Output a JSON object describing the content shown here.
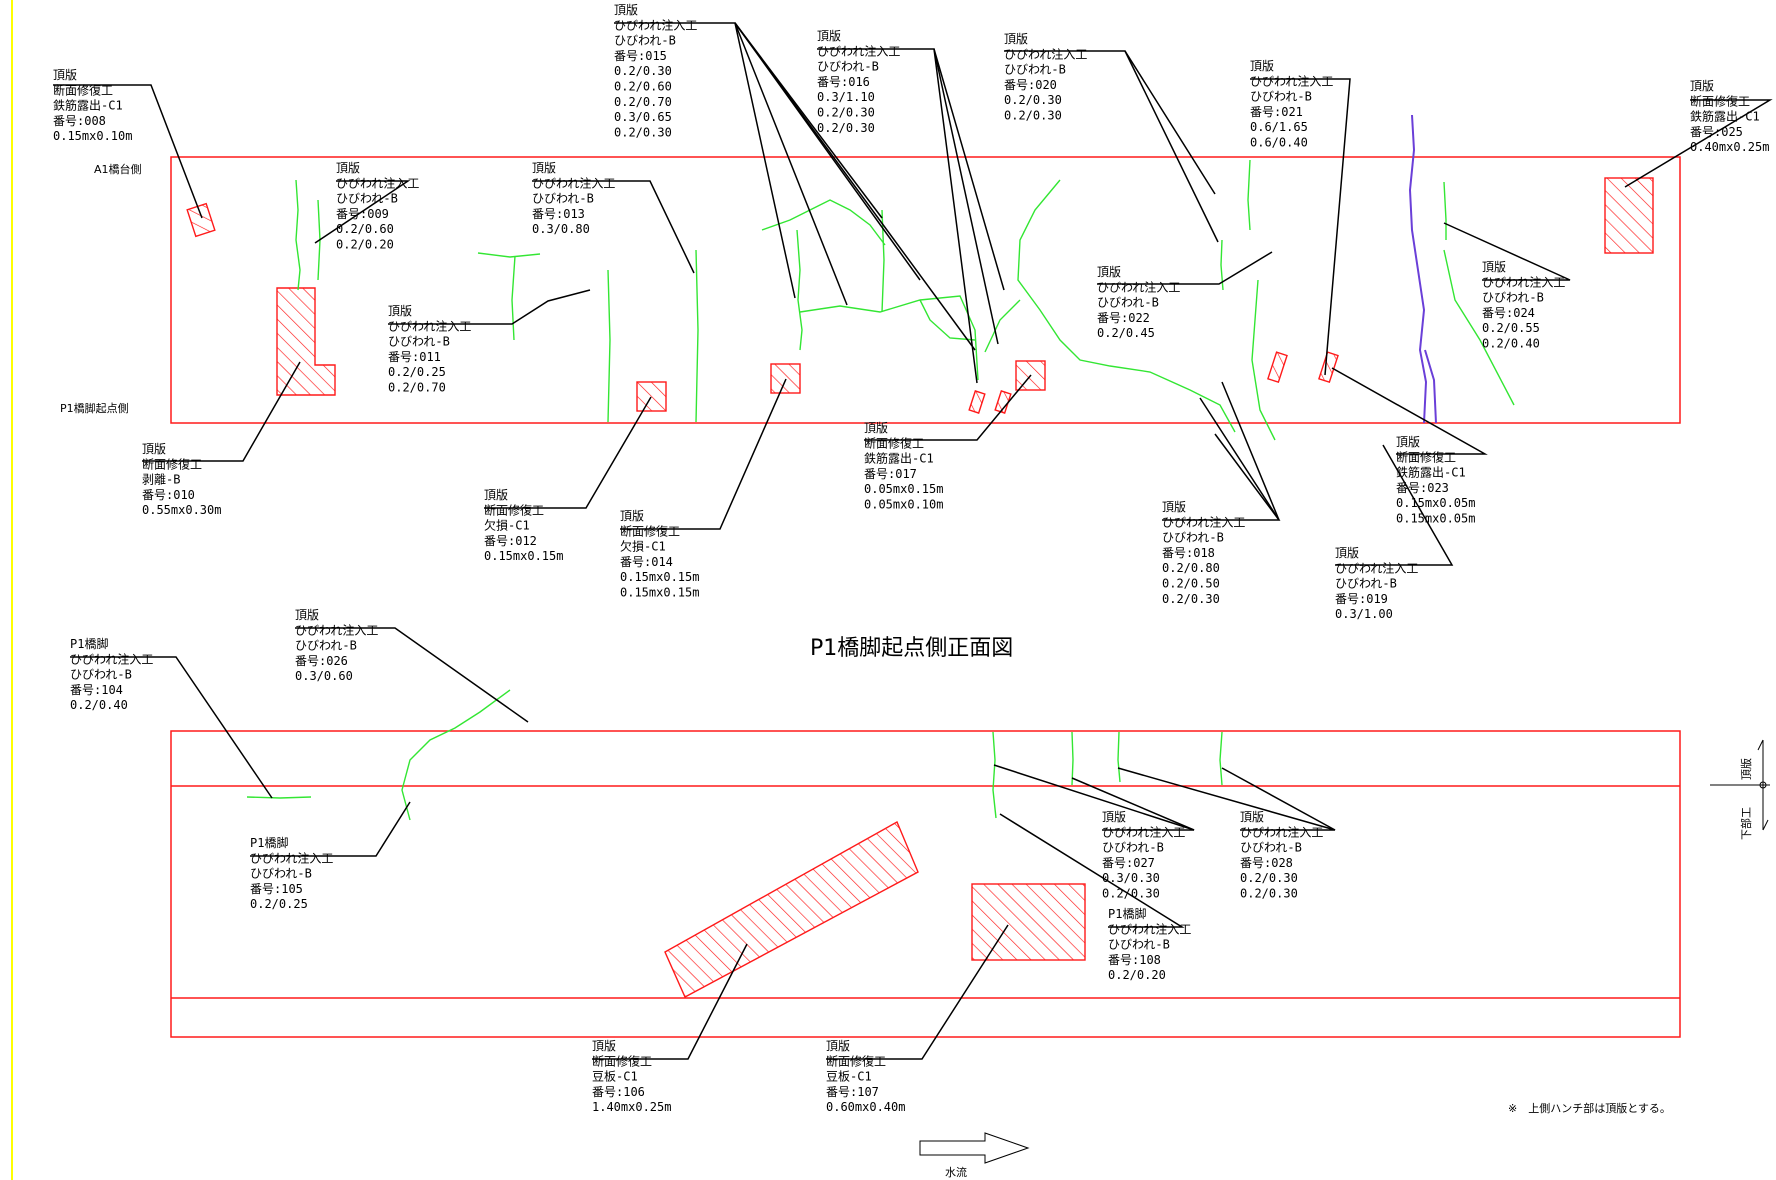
{
  "drawing": {
    "title": "P1橋脚起点側正面図",
    "labels": {
      "a1_side": "A1橋台側",
      "p1_start_side": "P1橋脚起点側",
      "top_slab": "頂版",
      "substructure": "下部工",
      "water_flow": "水流",
      "note": "※　上側ハンチ部は頂版とする。"
    },
    "colors": {
      "outline": "#ff1a1a",
      "crack": "#33e633",
      "crack_violet": "#6a3fd8",
      "leader": "#000000",
      "margin_line": "#ffff00"
    }
  },
  "annotations": [
    {
      "id": "008",
      "lines": [
        "頂版",
        "断面修復工",
        "鉄筋露出-C1",
        "番号:008",
        "0.15mx0.10m"
      ]
    },
    {
      "id": "009",
      "lines": [
        "頂版",
        "ひびわれ注入工",
        "ひびわれ-B",
        "番号:009",
        "0.2/0.60",
        "0.2/0.20"
      ]
    },
    {
      "id": "010",
      "lines": [
        "頂版",
        "断面修復工",
        "剥離-B",
        "番号:010",
        "0.55mx0.30m"
      ]
    },
    {
      "id": "011",
      "lines": [
        "頂版",
        "ひびわれ注入工",
        "ひびわれ-B",
        "番号:011",
        "0.2/0.25",
        "0.2/0.70"
      ]
    },
    {
      "id": "012",
      "lines": [
        "頂版",
        "断面修復工",
        "欠損-C1",
        "番号:012",
        "0.15mx0.15m"
      ]
    },
    {
      "id": "013",
      "lines": [
        "頂版",
        "ひびわれ注入工",
        "ひびわれ-B",
        "番号:013",
        "0.3/0.80"
      ]
    },
    {
      "id": "014",
      "lines": [
        "頂版",
        "断面修復工",
        "欠損-C1",
        "番号:014",
        "0.15mx0.15m",
        "0.15mx0.15m"
      ]
    },
    {
      "id": "015",
      "lines": [
        "頂版",
        "ひびわれ注入工",
        "ひびわれ-B",
        "番号:015",
        "0.2/0.30",
        "0.2/0.60",
        "0.2/0.70",
        "0.3/0.65",
        "0.2/0.30"
      ]
    },
    {
      "id": "016",
      "lines": [
        "頂版",
        "ひびわれ注入工",
        "ひびわれ-B",
        "番号:016",
        "0.3/1.10",
        "0.2/0.30",
        "0.2/0.30"
      ]
    },
    {
      "id": "017",
      "lines": [
        "頂版",
        "断面修復工",
        "鉄筋露出-C1",
        "番号:017",
        "0.05mx0.15m",
        "0.05mx0.10m"
      ]
    },
    {
      "id": "018",
      "lines": [
        "頂版",
        "ひびわれ注入工",
        "ひびわれ-B",
        "番号:018",
        "0.2/0.80",
        "0.2/0.50",
        "0.2/0.30"
      ]
    },
    {
      "id": "019",
      "lines": [
        "頂版",
        "ひびわれ注入工",
        "ひびわれ-B",
        "番号:019",
        "0.3/1.00"
      ]
    },
    {
      "id": "020",
      "lines": [
        "頂版",
        "ひびわれ注入工",
        "ひびわれ-B",
        "番号:020",
        "0.2/0.30",
        "0.2/0.30"
      ]
    },
    {
      "id": "021",
      "lines": [
        "頂版",
        "ひびわれ注入工",
        "ひびわれ-B",
        "番号:021",
        "0.6/1.65",
        "0.6/0.40"
      ]
    },
    {
      "id": "022",
      "lines": [
        "頂版",
        "ひびわれ注入工",
        "ひびわれ-B",
        "番号:022",
        "0.2/0.45"
      ]
    },
    {
      "id": "023",
      "lines": [
        "頂版",
        "断面修復工",
        "鉄筋露出-C1",
        "番号:023",
        "0.15mx0.05m",
        "0.15mx0.05m"
      ]
    },
    {
      "id": "024",
      "lines": [
        "頂版",
        "ひびわれ注入工",
        "ひびわれ-B",
        "番号:024",
        "0.2/0.55",
        "0.2/0.40"
      ]
    },
    {
      "id": "025",
      "lines": [
        "頂版",
        "断面修復工",
        "鉄筋露出-C1",
        "番号:025",
        "0.40mx0.25m"
      ]
    },
    {
      "id": "026",
      "lines": [
        "頂版",
        "ひびわれ注入工",
        "ひびわれ-B",
        "番号:026",
        "0.3/0.60"
      ]
    },
    {
      "id": "104",
      "lines": [
        "P1橋脚",
        "ひびわれ注入工",
        "ひびわれ-B",
        "番号:104",
        "0.2/0.40"
      ]
    },
    {
      "id": "105",
      "lines": [
        "P1橋脚",
        "ひびわれ注入工",
        "ひびわれ-B",
        "番号:105",
        "0.2/0.25"
      ]
    },
    {
      "id": "106",
      "lines": [
        "頂版",
        "断面修復工",
        "豆板-C1",
        "番号:106",
        "1.40mx0.25m"
      ]
    },
    {
      "id": "107",
      "lines": [
        "頂版",
        "断面修復工",
        "豆板-C1",
        "番号:107",
        " 0.60mx0.40m"
      ]
    },
    {
      "id": "027",
      "lines": [
        "頂版",
        "ひびわれ注入工",
        "ひびわれ-B",
        "番号:027",
        "0.3/0.30",
        "0.2/0.30"
      ]
    },
    {
      "id": "028",
      "lines": [
        "頂版",
        "ひびわれ注入工",
        "ひびわれ-B",
        "番号:028",
        "0.2/0.30",
        "0.2/0.30"
      ]
    },
    {
      "id": "108",
      "lines": [
        "P1橋脚",
        "ひびわれ注入工",
        "ひびわれ-B",
        "番号:108",
        "0.2/0.20"
      ]
    }
  ]
}
